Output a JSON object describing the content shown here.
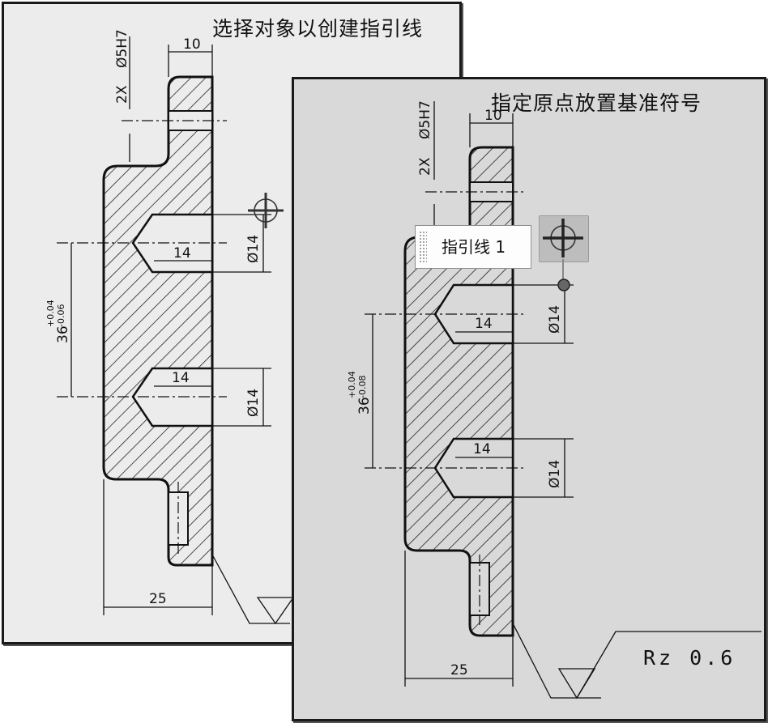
{
  "back_panel": {
    "prompt": "选择对象以创建指引线",
    "dims": {
      "hole_spec_prefix": "2X",
      "hole_spec": "Ø5H7",
      "width_top": "10",
      "bore_depth_top": "14",
      "bore_dia_top": "Ø14",
      "spacing": "36",
      "tol_upper": "+0.04",
      "tol_lower": "-0.06",
      "bore_depth_bottom": "14",
      "bore_dia_bottom": "Ø14",
      "width_bottom": "25"
    },
    "cursor_icon": "crosshair-cursor-icon"
  },
  "front_panel": {
    "prompt": "指定原点放置基准符号",
    "leader_label": "指引线 1",
    "dims": {
      "hole_spec_prefix": "2X",
      "hole_spec": "Ø5H7",
      "width_top": "10",
      "bore_depth_top": "14",
      "bore_dia_top": "Ø14",
      "spacing": "36",
      "tol_upper": "+0.04",
      "tol_lower": "-0.08",
      "bore_depth_bottom": "14",
      "bore_dia_bottom": "Ø14",
      "width_bottom": "25"
    },
    "roughness": "Rz 0.6",
    "cursor_icon": "crosshair-cursor-icon"
  }
}
